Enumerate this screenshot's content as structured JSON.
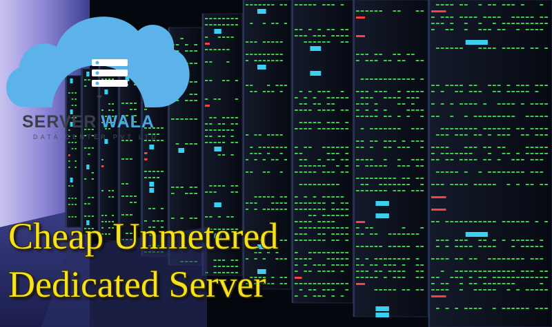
{
  "logo": {
    "icon": "cloud-server-icon",
    "brand_part1": "SERVER",
    "brand_part2": "WALA",
    "tagline": "DATA CENTER PVT LTD",
    "colors": {
      "cloud": "#5cb3ea",
      "brand_dark": "#3b3f49",
      "brand_accent": "#4aa7e0"
    }
  },
  "headline": {
    "line1": "Cheap Unmetered",
    "line2": "Dedicated Server",
    "color": "#f4e21c"
  },
  "scene": {
    "subject": "server racks in a data center",
    "colors": {
      "rack": "#0c111c",
      "led_green": "#39d24a",
      "led_blue": "#3ad0f0",
      "led_red": "#ff4040",
      "floor_light": "#6a79c8"
    }
  }
}
